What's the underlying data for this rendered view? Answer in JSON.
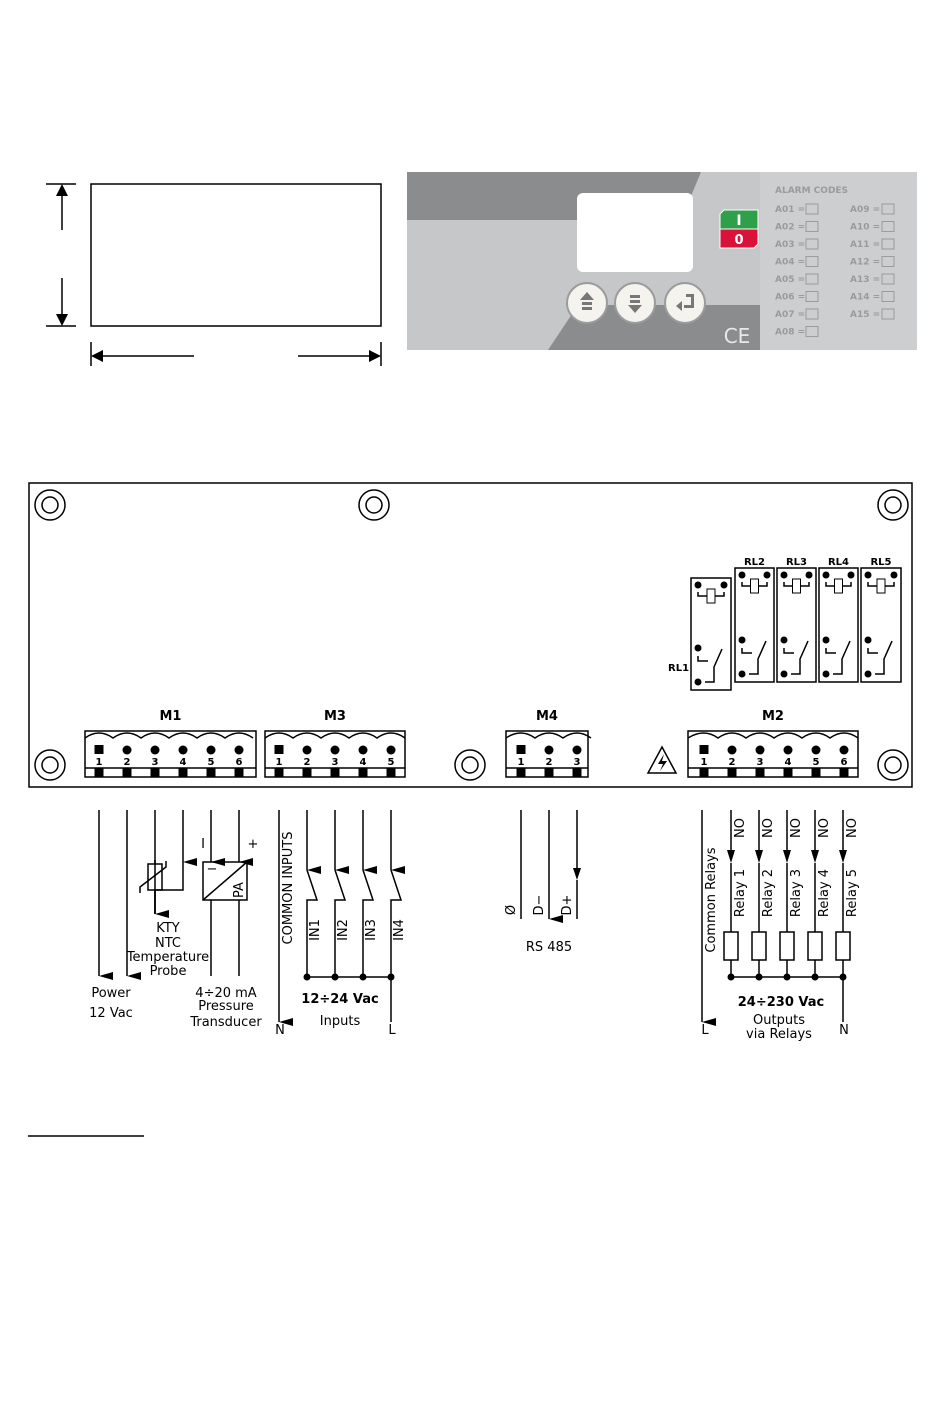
{
  "panel": {
    "alarm_title": "ALARM CODES",
    "switch_on": "I",
    "switch_off": "0",
    "ce_mark": "CE",
    "alarms_left": [
      "A01 =",
      "A02 =",
      "A03 =",
      "A04 =",
      "A05 =",
      "A06 =",
      "A07 =",
      "A08 ="
    ],
    "alarms_right": [
      "A09 =",
      "A10 =",
      "A11 =",
      "A12 =",
      "A13 =",
      "A14 =",
      "A15 ="
    ],
    "colors": {
      "panel": "#c6c7c9",
      "dark": "#8b8c8e",
      "green": "#2fa04a",
      "red": "#d9123a"
    }
  },
  "board": {
    "relays": [
      "RL1",
      "RL2",
      "RL3",
      "RL4",
      "RL5"
    ],
    "terminals": [
      {
        "name": "M1",
        "pins": [
          "1",
          "2",
          "3",
          "4",
          "5",
          "6"
        ]
      },
      {
        "name": "M3",
        "pins": [
          "1",
          "2",
          "3",
          "4",
          "5"
        ]
      },
      {
        "name": "M4",
        "pins": [
          "1",
          "2",
          "3"
        ]
      },
      {
        "name": "M2",
        "pins": [
          "1",
          "2",
          "3",
          "4",
          "5",
          "6"
        ]
      }
    ]
  },
  "wiring": {
    "power": [
      "Power",
      "12 Vac"
    ],
    "probe": [
      "KTY",
      "NTC",
      "Temperature",
      "Probe"
    ],
    "transducer": [
      "4÷20 mA",
      "Pressure",
      "Transducer"
    ],
    "transducer_minus": "I",
    "transducer_plus": "+",
    "transducer_inner_minus": "−",
    "transducer_pa": "PA",
    "common_inputs": "COMMON INPUTS",
    "inputs": [
      "IN1",
      "IN2",
      "IN3",
      "IN4"
    ],
    "inputs_n": "N",
    "inputs_l": "L",
    "inputs_voltage": "12÷24 Vac",
    "inputs_label": "Inputs",
    "rs485_pins": [
      "Ø",
      "D−",
      "D+"
    ],
    "rs485_label": "RS 485",
    "common_relays": "Common   Relays",
    "relay_no": "NO",
    "relay_labels": [
      "Relay 1",
      "Relay 2",
      "Relay 3",
      "Relay 4",
      "Relay 5"
    ],
    "outputs_l": "L",
    "outputs_n": "N",
    "outputs_voltage": "24÷230 Vac",
    "outputs_label": [
      "Outputs",
      "via Relays"
    ]
  }
}
